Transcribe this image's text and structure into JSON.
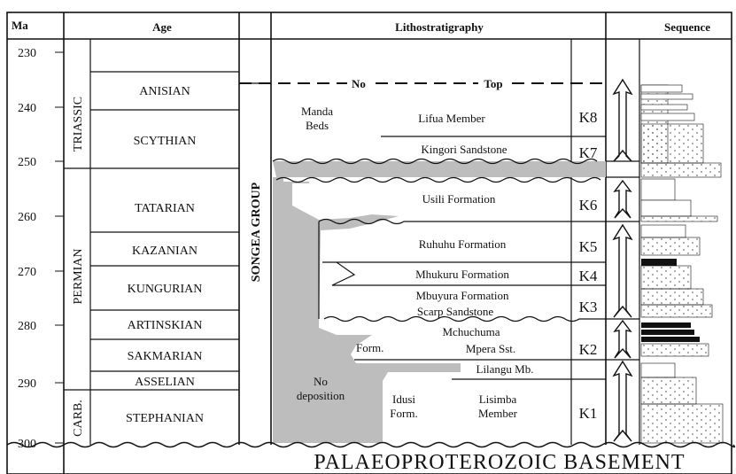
{
  "headers": {
    "ma": "Ma",
    "age": "Age",
    "litho": "Lithostratigraphy",
    "sequence": "Sequence"
  },
  "ma_ticks": [
    "230",
    "240",
    "250",
    "260",
    "270",
    "280",
    "290",
    "300"
  ],
  "periods": {
    "triassic": "TRIASSIC",
    "permian": "PERMIAN",
    "carb": "CARB."
  },
  "stages": {
    "anisian": "ANISIAN",
    "scythian": "SCYTHIAN",
    "tatarian": "TATARIAN",
    "kazanian": "KAZANIAN",
    "kungurian": "KUNGURIAN",
    "artinskian": "ARTINSKIAN",
    "sakmarian": "SAKMARIAN",
    "asselian": "ASSELIAN",
    "stephanian": "STEPHANIAN"
  },
  "group": "SONGEA GROUP",
  "top_label": {
    "no": "No",
    "top": "Top"
  },
  "units": {
    "manda_beds_1": "Manda",
    "manda_beds_2": "Beds",
    "lifua": "Lifua Member",
    "kingori": "Kingori Sandstone",
    "usili": "Usili Formation",
    "ruhuhu": "Ruhuhu Formation",
    "mhukuru": "Mhukuru Formation",
    "mbuyura": "Mbuyura Formation",
    "scarp": "Scarp Sandstone",
    "mchuchuma": "Mchuchuma",
    "form": "Form.",
    "mpera": "Mpera Sst.",
    "lilangu": "Lilangu Mb.",
    "no_dep_1": "No",
    "no_dep_2": "deposition",
    "idusi_1": "Idusi",
    "idusi_2": "Form.",
    "lisimba_1": "Lisimba",
    "lisimba_2": "Member"
  },
  "k_units": [
    "K8",
    "K7",
    "K6",
    "K5",
    "K4",
    "K3",
    "K2",
    "K1"
  ],
  "basement": "PALAEOPROTEROZOIC BASEMENT",
  "colors": {
    "hiatus": "#bdbdbd",
    "line": "#111111"
  }
}
